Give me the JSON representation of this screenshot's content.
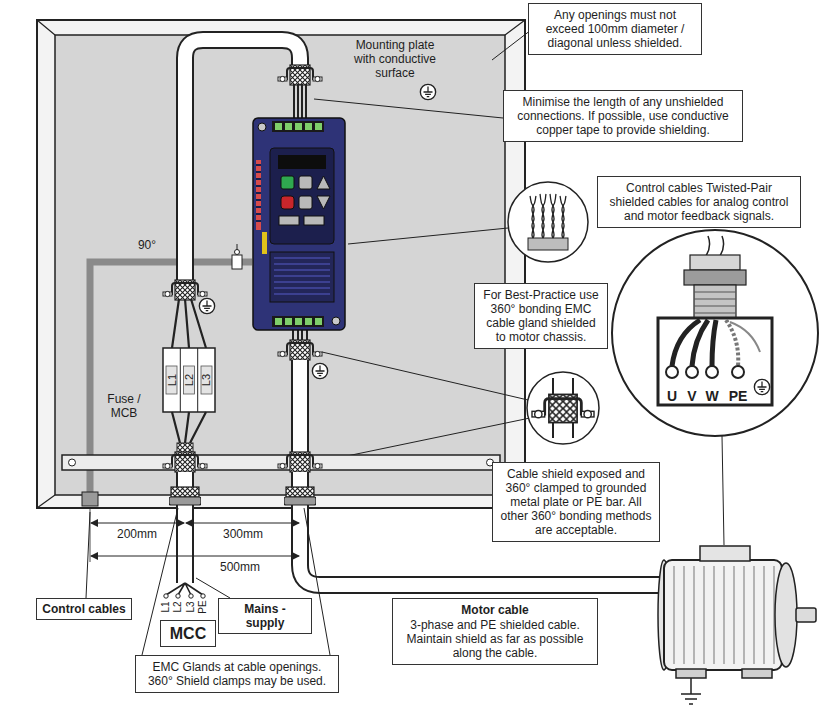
{
  "diagram": {
    "nodes": [
      {
        "text": [
          "Any openings must not exceed 100mm diameter / diagonal unless shielded."
        ]
      },
      {
        "text": [
          "Minimise the length of any unshielded connections. If possible, use conductive copper tape to provide shielding."
        ]
      },
      {
        "text": [
          "Control cables Twisted-Pair shielded cables for analog control and motor feedback signals."
        ]
      },
      {
        "text": [
          "For Best-Practice use 360° bonding EMC cable gland shielded to motor chassis."
        ]
      },
      {
        "text": [
          "Cable shield exposed and 360° clamped to grounded metal plate or PE bar. All other 360° bonding methods are acceptable."
        ]
      },
      {
        "text": [
          "Motor cable",
          "3-phase and PE shielded cable. Maintain shield as far as possible along the cable."
        ]
      },
      {
        "text": [
          "EMC Glands at cable openings. 360° Shield clamps may be used."
        ]
      },
      {
        "text": [
          "Control cables"
        ]
      },
      {
        "text": [
          "Mains - supply"
        ]
      },
      {
        "text": [
          "MCC"
        ]
      }
    ],
    "labels": [
      "Mounting plate with conductive surface",
      "90°",
      "Fuse / MCB",
      "L1",
      "L2",
      "L3",
      "200mm",
      "300mm",
      "500mm",
      "L1",
      "L2",
      "L3",
      "PE",
      "U",
      "V",
      "W",
      "PE"
    ]
  }
}
